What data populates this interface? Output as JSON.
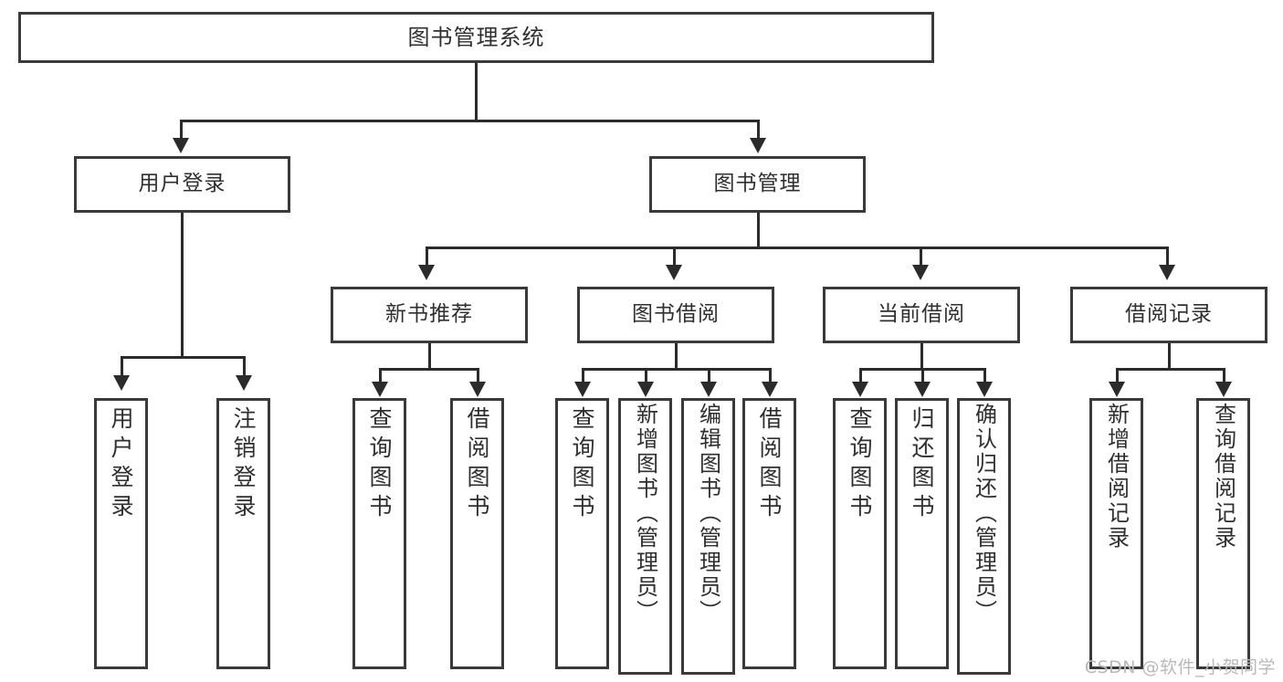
{
  "diagram": {
    "type": "tree",
    "title": "图书管理系统",
    "colors": {
      "box_border": "#3a3a3a",
      "connector": "#2b2b2b",
      "text": "#2f2f2f",
      "background": "#ffffff",
      "watermark": "#b9b9b9"
    },
    "root": {
      "label": "图书管理系统"
    },
    "level2": [
      {
        "label": "用户登录"
      },
      {
        "label": "图书管理"
      }
    ],
    "level3": [
      {
        "label": "新书推荐"
      },
      {
        "label": "图书借阅"
      },
      {
        "label": "当前借阅"
      },
      {
        "label": "借阅记录"
      }
    ],
    "leaves": {
      "user_login": [
        {
          "label": "用户登录"
        },
        {
          "label": "注销登录"
        }
      ],
      "new_book_recommend": [
        {
          "label": "查询图书"
        },
        {
          "label": "借阅图书"
        }
      ],
      "book_borrow": [
        {
          "label": "查询图书"
        },
        {
          "label": "新增图书（管理员）"
        },
        {
          "label": "编辑图书（管理员）"
        },
        {
          "label": "借阅图书"
        }
      ],
      "current_borrow": [
        {
          "label": "查询图书"
        },
        {
          "label": "归还图书"
        },
        {
          "label": "确认归还（管理员）"
        }
      ],
      "borrow_record": [
        {
          "label": "新增借阅记录"
        },
        {
          "label": "查询借阅记录"
        }
      ]
    }
  },
  "watermark": {
    "text": "CSDN @软件_小贺同学"
  }
}
